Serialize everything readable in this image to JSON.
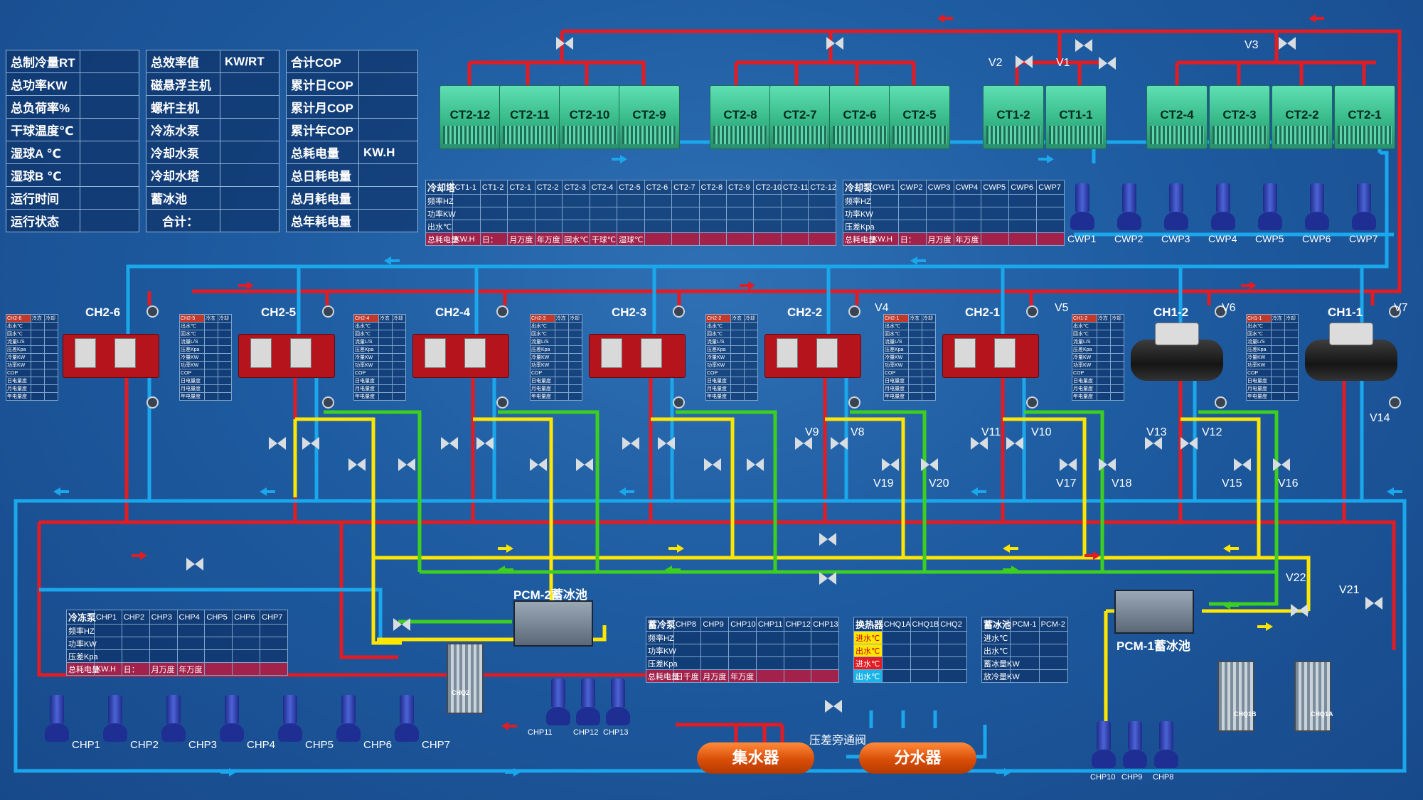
{
  "summary": {
    "col1": [
      "总制冷量RT",
      "总功率KW",
      "总负荷率%",
      "干球温度℃",
      "湿球A ℃",
      "湿球B ℃",
      "运行时间",
      "运行状态"
    ],
    "col2": [
      "总效率值",
      "磁悬浮主机",
      "螺杆主机",
      "冷冻水泵",
      "冷却水泵",
      "冷却水塔",
      "蓄冰池",
      "合计："
    ],
    "col2_unit": "KW/RT",
    "col3": [
      "合计COP",
      "累计日COP",
      "累计月COP",
      "累计年COP",
      "总耗电量",
      "总日耗电量",
      "总月耗电量",
      "总年耗电量"
    ],
    "col3_unit": "KW.H"
  },
  "towers": [
    "CT2-12",
    "CT2-11",
    "CT2-10",
    "CT2-9",
    "CT2-8",
    "CT2-7",
    "CT2-6",
    "CT2-5",
    "CT1-2",
    "CT1-1",
    "CT2-4",
    "CT2-3",
    "CT2-2",
    "CT2-1"
  ],
  "tower_table": {
    "title": "冷却塔",
    "cols": [
      "CT1-1",
      "CT1-2",
      "CT2-1",
      "CT2-2",
      "CT2-3",
      "CT2-4",
      "CT2-5",
      "CT2-6",
      "CT2-7",
      "CT2-8",
      "CT2-9",
      "CT2-10",
      "CT2-11",
      "CT2-12"
    ],
    "rows": [
      "频率HZ",
      "功率KW",
      "出水℃"
    ],
    "footer": [
      "总耗电量",
      "KW.H",
      "日：",
      "月万度",
      "年万度",
      "回水℃",
      "干球℃",
      "湿球℃"
    ]
  },
  "cwp_table": {
    "title": "冷却泵",
    "cols": [
      "CWP1",
      "CWP2",
      "CWP3",
      "CWP4",
      "CWP5",
      "CWP6",
      "CWP7"
    ],
    "rows": [
      "频率HZ",
      "功率KW",
      "压差Kpa"
    ],
    "footer": [
      "总耗电量",
      "KW.H",
      "日：",
      "月万度",
      "年万度"
    ]
  },
  "cwp_pumps": [
    "CWP1",
    "CWP2",
    "CWP3",
    "CWP4",
    "CWP5",
    "CWP6",
    "CWP7"
  ],
  "chillers": [
    "CH2-6",
    "CH2-5",
    "CH2-4",
    "CH2-3",
    "CH2-2",
    "CH2-1",
    "CH1-2",
    "CH1-1"
  ],
  "chiller_table": {
    "cols": [
      "冷冻",
      "冷却"
    ],
    "rows": [
      "出水℃",
      "回水℃",
      "流量L/S",
      "压差Kpa",
      "冷量KW",
      "功率KW",
      "COP",
      "日电量度",
      "月电量度",
      "年电量度"
    ]
  },
  "valves": [
    "V1",
    "V2",
    "V3",
    "V4",
    "V5",
    "V6",
    "V7",
    "V8",
    "V9",
    "V10",
    "V11",
    "V12",
    "V13",
    "V14",
    "V15",
    "V16",
    "V17",
    "V18",
    "V19",
    "V20",
    "V21",
    "V22"
  ],
  "pcm2": "PCM-2蓄冰池",
  "pcm1": "PCM-1蓄冰池",
  "chp_table": {
    "title": "冷冻泵",
    "cols": [
      "CHP1",
      "CHP2",
      "CHP3",
      "CHP4",
      "CHP5",
      "CHP6",
      "CHP7"
    ],
    "rows": [
      "频率HZ",
      "功率KW",
      "压差Kpa"
    ],
    "footer": [
      "总耗电量",
      "KW.H",
      "日：",
      "月万度",
      "年万度"
    ]
  },
  "ice_pump_table": {
    "title": "蓄冷泵",
    "cols": [
      "CHP8",
      "CHP9",
      "CHP10",
      "CHP11",
      "CHP12",
      "CHP13"
    ],
    "rows": [
      "频率HZ",
      "功率KW",
      "压差Kpa"
    ],
    "footer": [
      "总耗电量",
      "日千度",
      "月万度",
      "年万度"
    ]
  },
  "hx_table": {
    "title": "换热器",
    "cols": [
      "CHQ1A",
      "CHQ1B",
      "CHQ2"
    ],
    "rows": [
      "进水℃",
      "出水℃",
      "进水℃",
      "出水℃"
    ]
  },
  "pool_table": {
    "title": "蓄冰池",
    "cols": [
      "PCM-1",
      "PCM-2"
    ],
    "rows": [
      "进水℃",
      "出水℃",
      "蓄冰量KW",
      "放冷量KW"
    ]
  },
  "chp_pumps": [
    "CHP1",
    "CHP2",
    "CHP3",
    "CHP4",
    "CHP5",
    "CHP6",
    "CHP7"
  ],
  "ice_pumps_left": [
    "CHP11",
    "CHP12",
    "CHP13"
  ],
  "ice_pumps_right": [
    "CHP10",
    "CHP9",
    "CHP8"
  ],
  "hx": [
    "CHQ2",
    "CHQ1B",
    "CHQ1A"
  ],
  "collector": "集水器",
  "distributor": "分水器",
  "bypass": "压差旁通阀",
  "colors": {
    "supply": "#e31b23",
    "return": "#1aa7ec",
    "ice_yellow": "#ffe600",
    "ice_green": "#3ccf1f"
  }
}
